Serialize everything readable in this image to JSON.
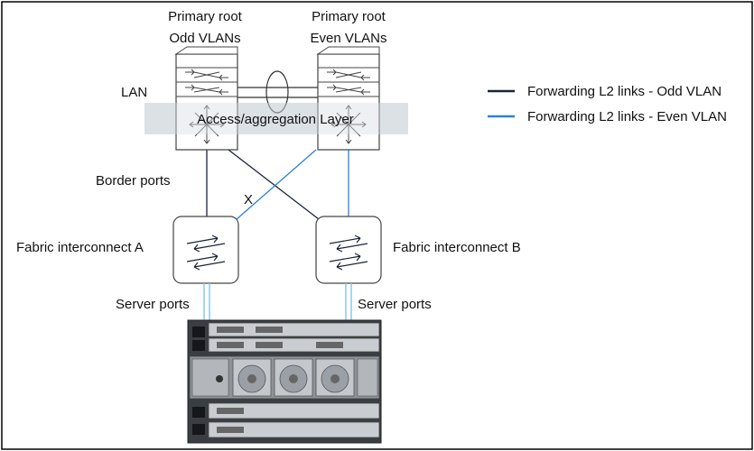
{
  "labels": {
    "root_odd_line1": "Primary root",
    "root_odd_line2": "Odd VLANs",
    "root_even_line1": "Primary root",
    "root_even_line2": "Even VLANs",
    "lan": "LAN",
    "layer": "Access/aggregation Layer",
    "border_ports": "Border ports",
    "blocked_marker": "X",
    "fabric_a": "Fabric interconnect A",
    "fabric_b": "Fabric interconnect B",
    "server_ports_left": "Server ports",
    "server_ports_right": "Server ports"
  },
  "legend": {
    "odd": "Forwarding L2 links - Odd VLAN",
    "even": "Forwarding L2 links - Even VLAN"
  },
  "colors": {
    "odd_link": "#1b2436",
    "even_link": "#2e7fd8",
    "server_link": "#8cc8ee",
    "layer_band": "#d9dee4",
    "device_outline": "#444444"
  },
  "icons": {
    "core_switch": "multilayer-switch-icon",
    "fabric": "fabric-interconnect-icon",
    "chassis": "blade-chassis-icon"
  }
}
